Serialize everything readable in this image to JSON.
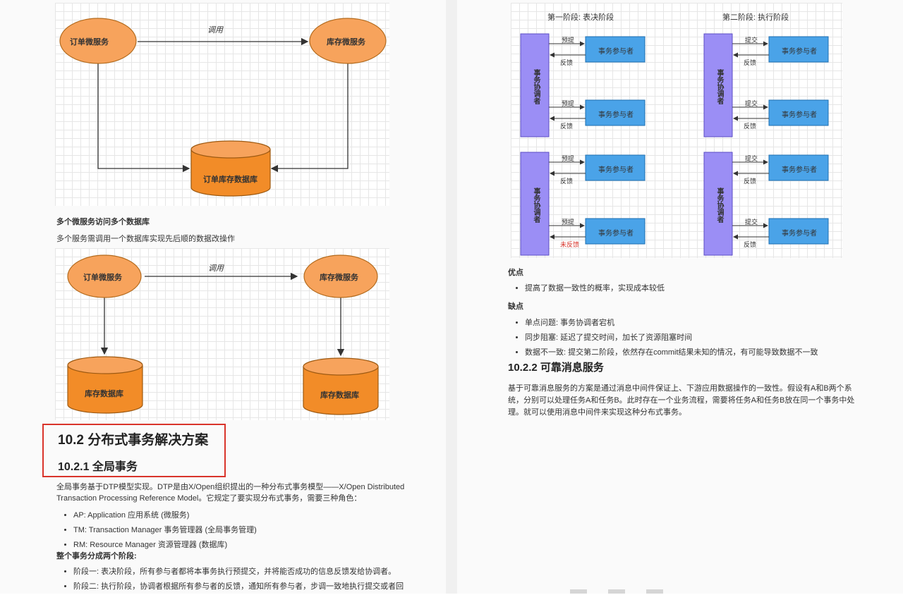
{
  "diagram1": {
    "call_label": "调用",
    "order_service": "订单微服务",
    "inventory_service": "库存微服务",
    "shared_db": "订单库存数据库"
  },
  "section_a": {
    "title": "多个微服务访问多个数据库",
    "text": "多个服务需调用一个数据库实现先后顺的数据改操作"
  },
  "diagram2": {
    "call_label": "调用",
    "order_service": "订单微服务",
    "inventory_service": "库存微服务",
    "db_left": "库存数据库",
    "db_right": "库存数据库"
  },
  "heading_10_2": "10.2 分布式事务解决方案",
  "heading_10_2_1": "10.2.1 全局事务",
  "global_tx": {
    "intro_line1": "全局事务基于DTP模型实现。DTP是由X/Open组织提出的一种分布式事务模型——X/Open Distributed",
    "intro_line2": "Transaction Processing Reference Model。它规定了要实现分布式事务，需要三种角色：",
    "roles": [
      "AP: Application 应用系统 (微服务)",
      "TM: Transaction Manager 事务管理器 (全局事务管理)",
      "RM: Resource Manager 资源管理器 (数据库)"
    ],
    "phases_title": "整个事务分成两个阶段:",
    "phases": [
      "阶段一: 表决阶段，所有参与者都将本事务执行预提交，并将能否成功的信息反馈发给协调者。",
      "阶段二: 执行阶段，协调者根据所有参与者的反馈，通知所有参与者，步调一致地执行提交或者回"
    ]
  },
  "phase_diagram": {
    "title_left": "第一阶段: 表决阶段",
    "title_right": "第二阶段: 执行阶段",
    "coordinator": "事务协调者",
    "participant": "事务参与者",
    "prepare": "预提",
    "feedback": "反馈",
    "commit": "提交",
    "not_feedback": "未反馈"
  },
  "pros": {
    "title": "优点",
    "items": [
      "提高了数据一致性的概率，实现成本较低"
    ]
  },
  "cons": {
    "title": "缺点",
    "items": [
      "单点问题: 事务协调者宕机",
      "同步阻塞: 延迟了提交时间，加长了资源阻塞时间",
      "数据不一致: 提交第二阶段，依然存在commit结果未知的情况，有可能导致数据不一致"
    ]
  },
  "heading_10_2_2": "10.2.2 可靠消息服务",
  "reliable_msg": {
    "line1": "基于可靠消息服务的方案是通过消息中间件保证上、下游应用数据操作的一致性。假设有A和B两个系",
    "line2": "统，分别可以处理任务A和任务B。此时存在一个业务流程，需要将任务A和任务B放在同一个事务中处",
    "line3": "理。就可以使用消息中间件来实现这种分布式事务。"
  },
  "colors": {
    "orange": "#f7a35c",
    "dark_orange": "#f28c28",
    "purple": "#9b8ef5",
    "blue": "#4aa3e8",
    "red_box": "#d9342b"
  }
}
